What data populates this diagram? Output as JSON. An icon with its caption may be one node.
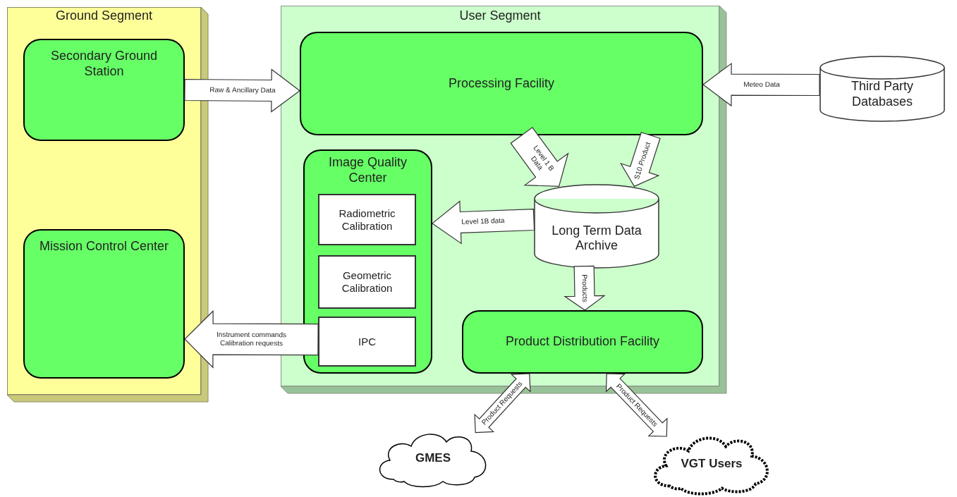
{
  "diagram": {
    "nodes": [
      {
        "text": [
          "Ground Segment"
        ]
      },
      {
        "text": [
          "Secondary Ground Station"
        ],
        "in": 0
      },
      {
        "text": [
          "Mission Control Center"
        ],
        "in": 0
      },
      {
        "text": [
          "User Segment"
        ]
      },
      {
        "text": [
          "Processing Facility"
        ],
        "in": 3
      },
      {
        "text": [
          "Image Quality Center"
        ],
        "in": 3
      },
      {
        "text": [
          "Radiometric Calibration"
        ],
        "in": 5
      },
      {
        "text": [
          "Geometric Calibration"
        ],
        "in": 5
      },
      {
        "text": [
          "IPC"
        ],
        "in": 5
      },
      {
        "text": [
          "Long Term Data Archive"
        ],
        "in": 3
      },
      {
        "text": [
          "Product Distribution Facility"
        ],
        "in": 3
      },
      {
        "text": [
          "Third Party Databases"
        ]
      },
      {
        "text": [
          "GMES"
        ]
      },
      {
        "text": [
          "VGT Users"
        ]
      }
    ],
    "edges": [
      {
        "from": 1,
        "to": 4,
        "arrow": "to",
        "label": "Raw & Ancillary Data"
      },
      {
        "from": 11,
        "to": 4,
        "arrow": "to",
        "label": "Meteo Data"
      },
      {
        "from": 4,
        "to": 9,
        "arrow": "to",
        "label": "Level 1 B Data"
      },
      {
        "from": 4,
        "to": 9,
        "arrow": "to",
        "label": "S10 Product"
      },
      {
        "from": 9,
        "to": 5,
        "arrow": "to",
        "label": "Level 1B data"
      },
      {
        "from": 9,
        "to": 10,
        "arrow": "to",
        "label": "Products"
      },
      {
        "from": 8,
        "to": 2,
        "arrow": "to",
        "label": "Instrument commands Calibration requests"
      },
      {
        "from": 10,
        "to": 12,
        "arrow": "both",
        "label": "Product Requests"
      },
      {
        "from": 10,
        "to": 13,
        "arrow": "both",
        "label": "Product Requests"
      }
    ]
  }
}
